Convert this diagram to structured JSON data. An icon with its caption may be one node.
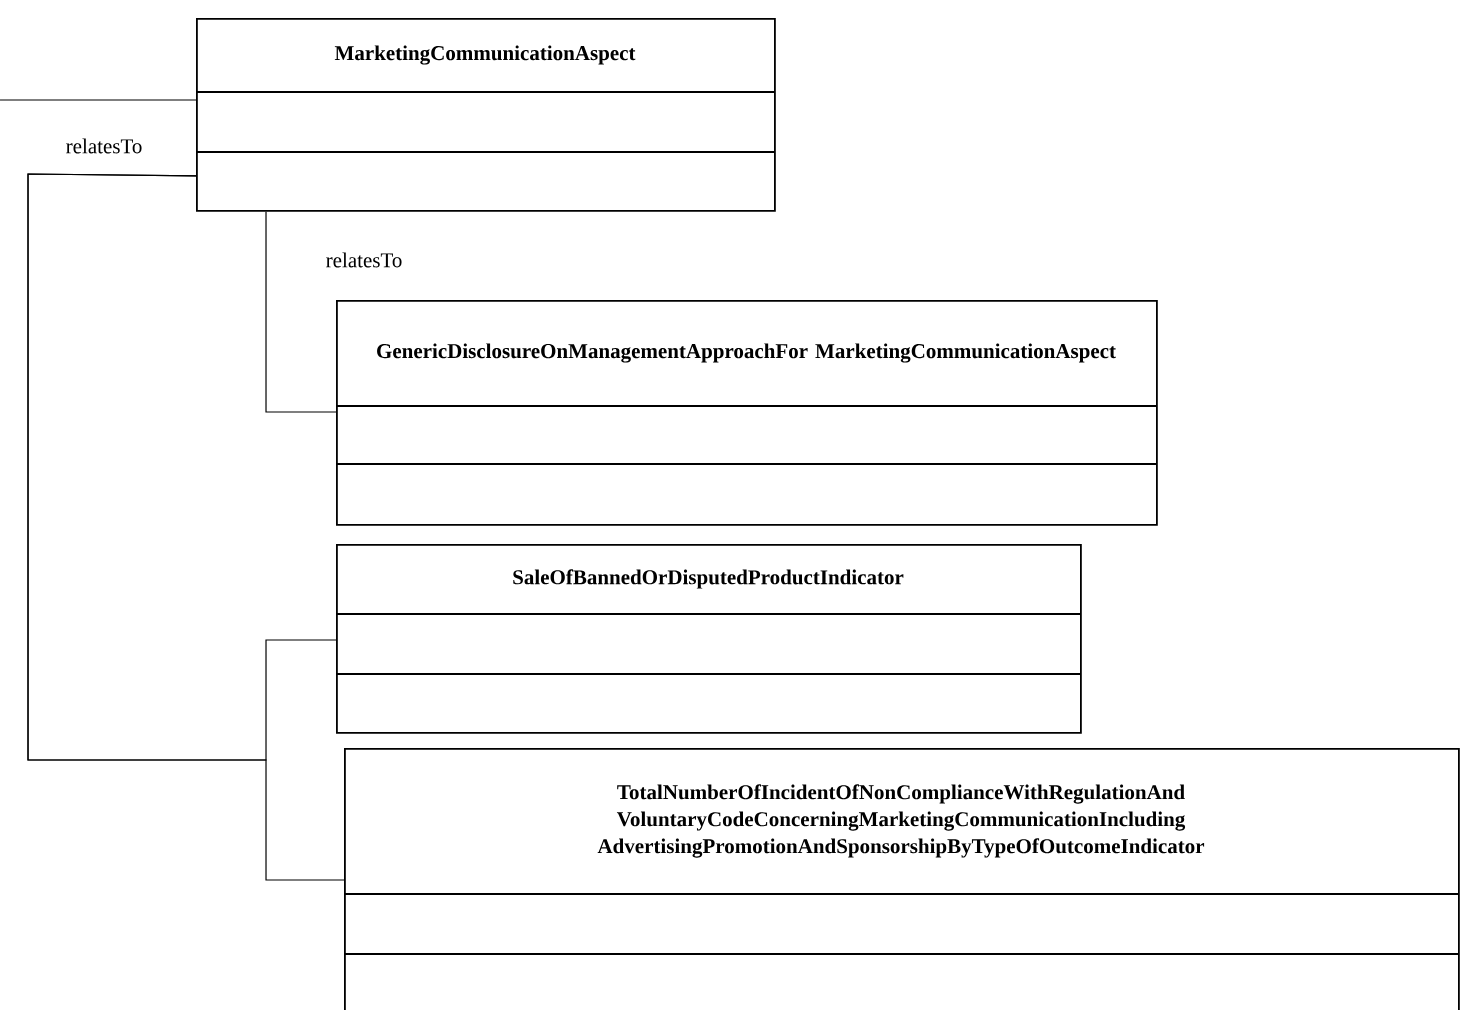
{
  "diagram": {
    "nodes": [
      {
        "text": [
          "MarketingCommunicationAspect"
        ]
      },
      {
        "text": [
          "GenericDisclosureOnManagementApproachFor MarketingCommunicationAspect"
        ]
      },
      {
        "text": [
          "SaleOfBannedOrDisputedProductIndicator"
        ]
      },
      {
        "text": [
          "TotalNumberOfIncidentOfNonComplianceWithRegulationAnd VoluntaryCodeConcerningMarketingCommunicationIncluding AdvertisingPromotionAndSponsorshipByTypeOfOutcomeIndicator"
        ]
      }
    ],
    "edges": [
      {
        "from": null,
        "to": 0,
        "arrow": "none"
      },
      {
        "from": 0,
        "to": 1,
        "arrow": "none",
        "label": "relatesTo"
      },
      {
        "from": 0,
        "to": 2,
        "arrow": "none",
        "label": "relatesTo"
      },
      {
        "from": 0,
        "to": 3,
        "arrow": "none"
      }
    ]
  }
}
